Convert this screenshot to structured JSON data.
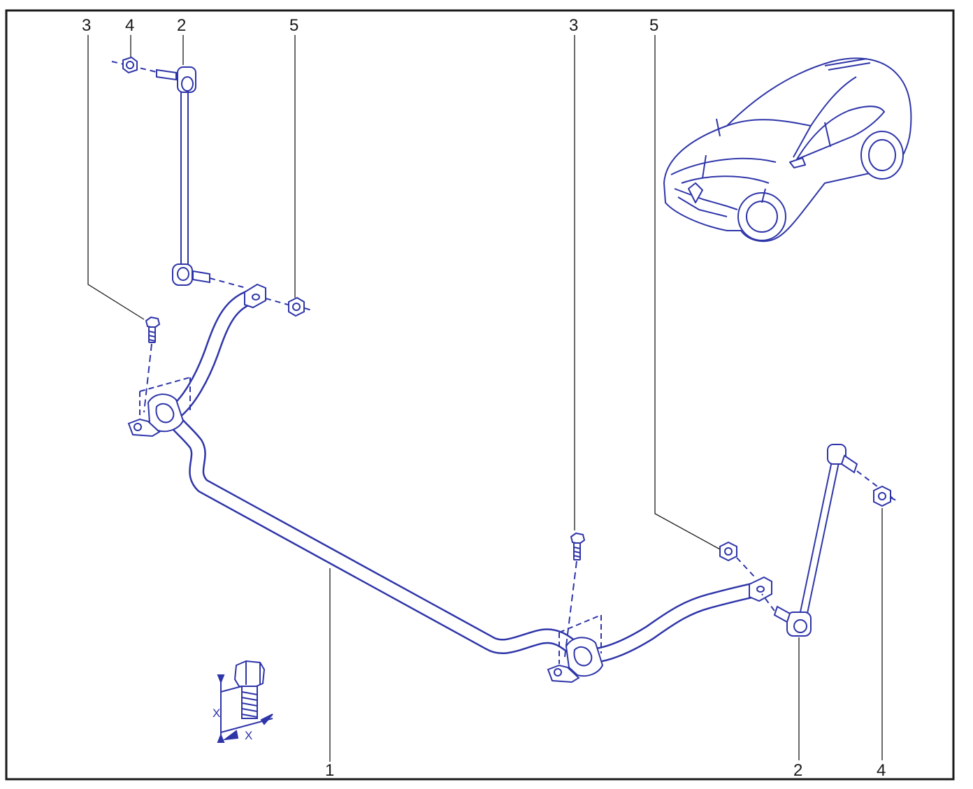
{
  "diagram": {
    "colors": {
      "frame": "#1a1a1a",
      "line": "#2e35a8",
      "fill": "#ffffff",
      "callout": "#1a1a1a"
    },
    "labels": {
      "top_left_3": "3",
      "top_left_4": "4",
      "top_left_2": "2",
      "top_left_5": "5",
      "top_mid_3": "3",
      "top_right_5": "5",
      "bottom_1": "1",
      "bottom_2": "2",
      "bottom_4": "4"
    },
    "bolt_detail": {
      "dim_height": "X",
      "dim_diameter": "X"
    }
  }
}
